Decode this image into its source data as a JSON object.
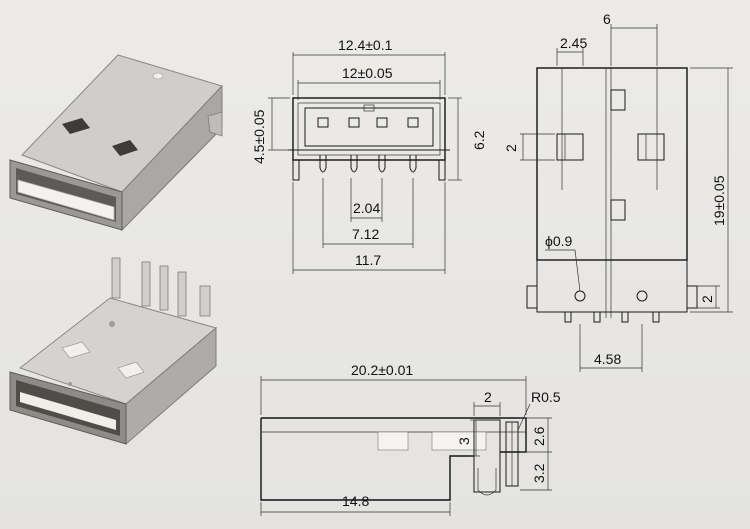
{
  "dimensions": {
    "front_width_outer": "12.4±0.1",
    "front_width_inner": "12±0.05",
    "front_height_left": "4.5±0.05",
    "front_height_right": "6.2",
    "pin_pitch": "2.04",
    "pin_span_inner": "7.12",
    "pin_span_outer": "11.7",
    "top_offset": "6",
    "top_small": "2.45",
    "top_hole_size": "2",
    "top_length": "19±0.05",
    "hole_diameter": "ϕ0.9",
    "top_tab": "2",
    "top_pin_span": "4.58",
    "side_length_total": "20.2±0.01",
    "side_length_body": "14.8",
    "side_tail_width": "2",
    "side_radius": "R0.5",
    "side_height_a": "3",
    "side_height_b": "2.6",
    "side_height_c": "3.2"
  },
  "colors": {
    "background": "#e9e9e7",
    "metal_light": "#d6d5d2",
    "metal_dark": "#6f6e6b",
    "insulator": "#f4f3ef"
  }
}
